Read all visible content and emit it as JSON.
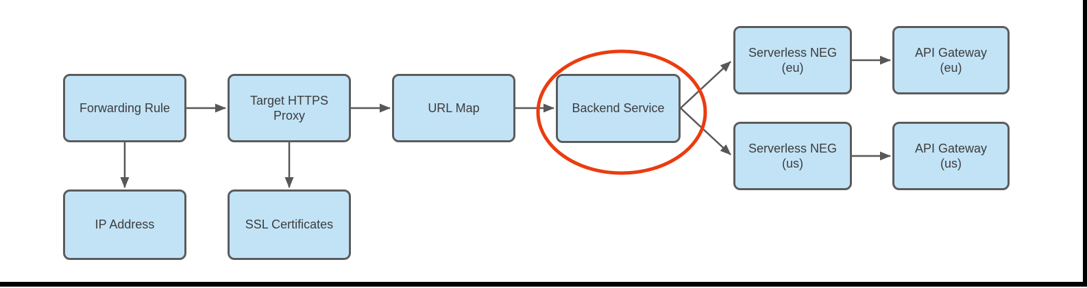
{
  "colors": {
    "node_fill": "#C2E3F6",
    "node_border": "#5B5B5B",
    "node_text": "#3C3C3C",
    "arrow": "#575757",
    "highlight": "#EB3C10",
    "frame": "#000000"
  },
  "diagram": {
    "nodes": {
      "forwarding_rule": {
        "label": "Forwarding Rule"
      },
      "target_https_proxy": {
        "label": "Target HTTPS\nProxy"
      },
      "url_map": {
        "label": "URL Map"
      },
      "backend_service": {
        "label": "Backend Service"
      },
      "serverless_neg_eu": {
        "label": "Serverless NEG\n(eu)"
      },
      "api_gateway_eu": {
        "label": "API Gateway\n(eu)"
      },
      "serverless_neg_us": {
        "label": "Serverless NEG\n(us)"
      },
      "api_gateway_us": {
        "label": "API Gateway\n(us)"
      },
      "ip_address": {
        "label": "IP Address"
      },
      "ssl_certificates": {
        "label": "SSL Certificates"
      }
    },
    "edges": [
      {
        "from": "Forwarding Rule",
        "to": "Target HTTPS Proxy"
      },
      {
        "from": "Target HTTPS Proxy",
        "to": "URL Map"
      },
      {
        "from": "URL Map",
        "to": "Backend Service"
      },
      {
        "from": "Forwarding Rule",
        "to": "IP Address"
      },
      {
        "from": "Target HTTPS Proxy",
        "to": "SSL Certificates"
      },
      {
        "from": "Backend Service",
        "to": "Serverless NEG (eu)"
      },
      {
        "from": "Backend Service",
        "to": "Serverless NEG (us)"
      },
      {
        "from": "Serverless NEG (eu)",
        "to": "API Gateway (eu)"
      },
      {
        "from": "Serverless NEG (us)",
        "to": "API Gateway (us)"
      }
    ],
    "annotation": {
      "type": "ellipse-highlight",
      "around": "Backend Service"
    }
  }
}
